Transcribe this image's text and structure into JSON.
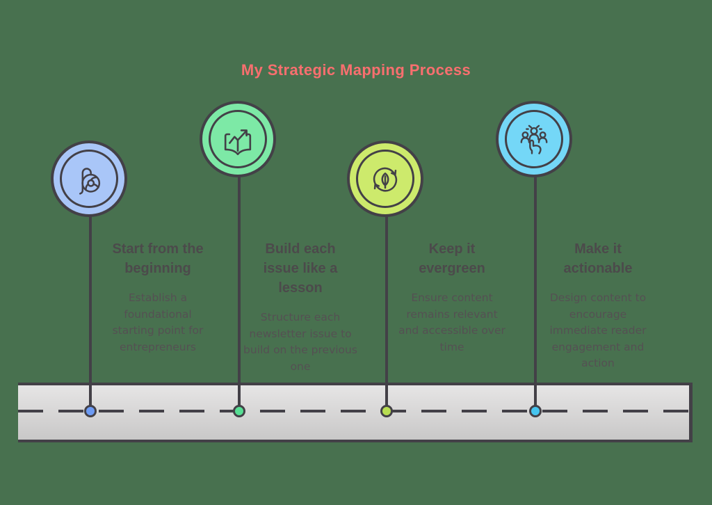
{
  "background_color": "#48714f",
  "stroke_color": "#434047",
  "title": {
    "text": "My Strategic Mapping Process",
    "color": "#f96f6f"
  },
  "road": {
    "fill_top": "#e6e5e5",
    "fill_bottom": "#c9c8c8",
    "center_line": "dashed"
  },
  "steps": [
    {
      "icon": "beehiiv-b-logo-icon",
      "circle_color": "#a9c6f8",
      "dot_color": "#6d9bf4",
      "title": "Start from the beginning",
      "description": "Establish a foundational starting point for entrepreneurs"
    },
    {
      "icon": "open-book-growth-arrow-icon",
      "circle_color": "#7de9a6",
      "dot_color": "#57de94",
      "title": "Build each issue like a lesson",
      "description": "Structure each newsletter issue to build on the previous one"
    },
    {
      "icon": "leaf-cycle-icon",
      "circle_color": "#cdea6c",
      "dot_color": "#b8dd52",
      "title": "Keep it evergreen",
      "description": "Ensure content remains relevant and accessible over time"
    },
    {
      "icon": "audience-action-hand-icon",
      "circle_color": "#74d7f7",
      "dot_color": "#45c4ef",
      "title": "Make it actionable",
      "description": "Design content to encourage immediate reader engagement and action"
    }
  ]
}
